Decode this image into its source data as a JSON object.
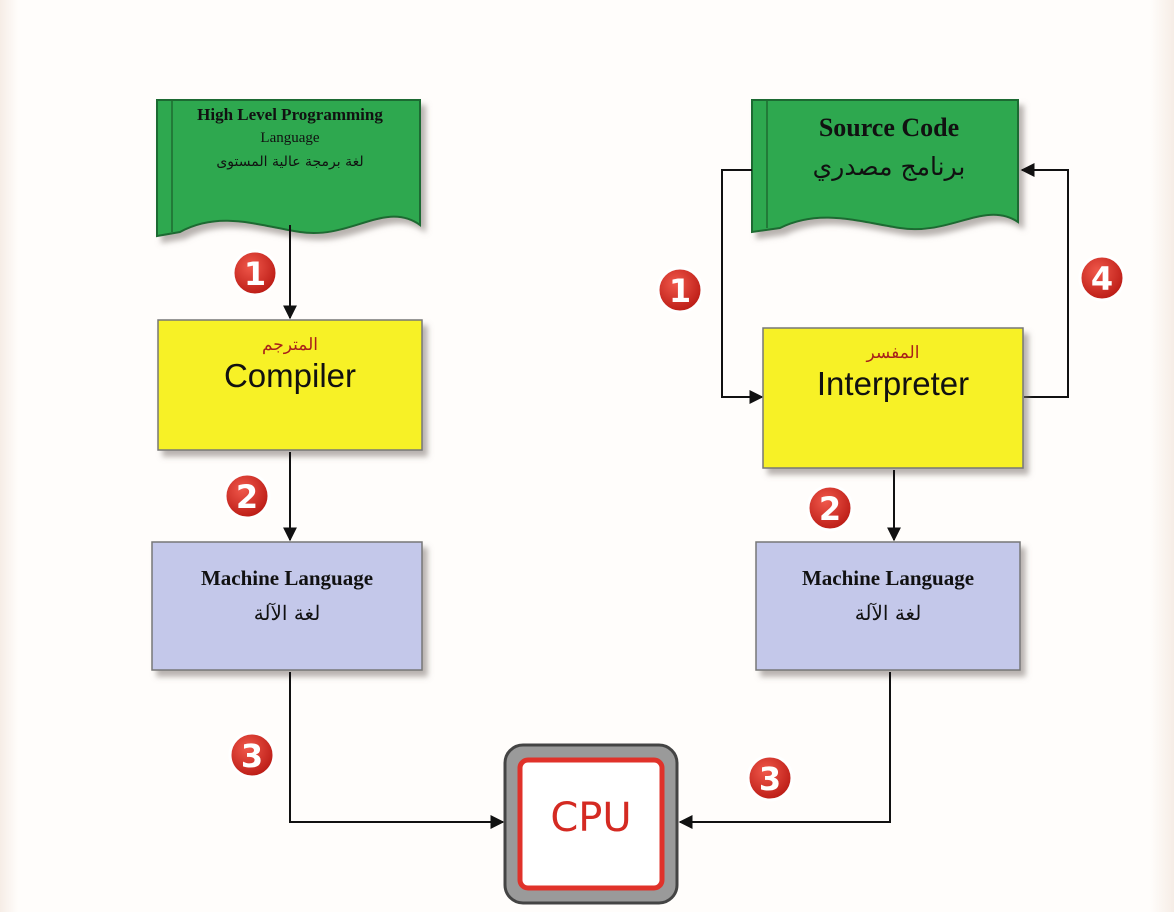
{
  "compiler_flow": {
    "source_doc": {
      "line1": "High Level Programming",
      "line2": "Language",
      "line3": "لغة برمجة عالية المستوى"
    },
    "translator": {
      "label_ar": "المترجم",
      "label_en": "Compiler"
    },
    "machine": {
      "label_en": "Machine Language",
      "label_ar": "لغة الآلة"
    },
    "steps": [
      "1",
      "2",
      "3"
    ]
  },
  "interpreter_flow": {
    "source_doc": {
      "label_en": "Source Code",
      "label_ar": "برنامج مصدري"
    },
    "translator": {
      "label_ar": "المفسر",
      "label_en": "Interpreter"
    },
    "machine": {
      "label_en": "Machine Language",
      "label_ar": "لغة الآلة"
    },
    "steps": [
      "1",
      "4",
      "2",
      "3"
    ]
  },
  "cpu": {
    "label": "CPU"
  },
  "colors": {
    "doc_fill": "#2fa84f",
    "translator_fill": "#f7f126",
    "machine_fill": "#c4c8ea",
    "step_badge": "#d8271e",
    "cpu_border": "#e0322a"
  }
}
